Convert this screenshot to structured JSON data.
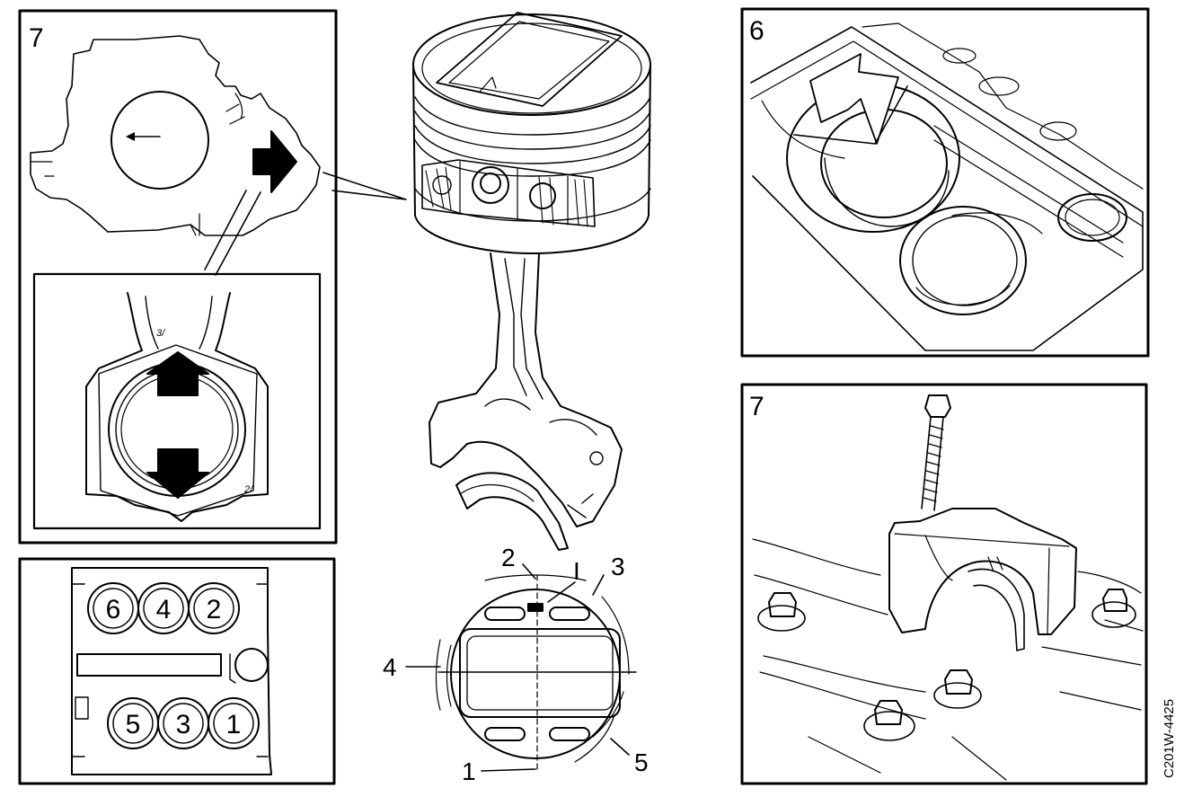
{
  "panels": {
    "top_left": {
      "number": "7"
    },
    "top_right": {
      "number": "6"
    },
    "bottom_right": {
      "number": "7"
    }
  },
  "bearing_marks": {
    "upper": "3/",
    "lower": "2/"
  },
  "cylinders": {
    "top_row": [
      "6",
      "4",
      "2"
    ],
    "bottom_row": [
      "5",
      "3",
      "1"
    ]
  },
  "piston_callouts": {
    "c1": "1",
    "c2": "2",
    "c3": "3",
    "c4": "4",
    "c5": "5",
    "c_i": "I"
  },
  "figure_code": "C201W-4425"
}
